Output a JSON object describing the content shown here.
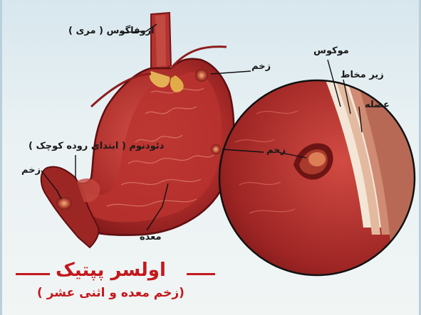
{
  "labels": {
    "esophagus": "ازوفاگوس ( مری )",
    "ulcer_top": "زخم",
    "duodenum": "دئودنوم ( ابتدای روده کوچک )",
    "ulcer_left": "زخم",
    "stomach": "معده",
    "ulcer_center": "زخم",
    "mucosa": "موکوس",
    "submucosa": "زیر مخاط",
    "muscle": "عضله"
  },
  "title": "اولسر پپتیک",
  "subtitle": "(زخم معده و اثنی عشر )",
  "colors": {
    "title": "#c4181d",
    "tissue_dark": "#8e1a1c",
    "tissue_mid": "#c0392b",
    "mucosa_layer": "#f1d7b9"
  }
}
